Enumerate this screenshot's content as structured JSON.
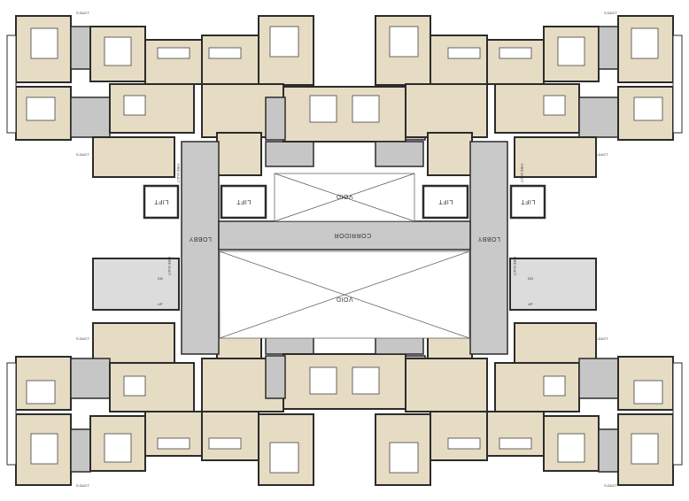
{
  "labels": {
    "lobby": "LOBBY",
    "corridor": "CORRIDOR",
    "void": "VOID",
    "lift": "LIFT",
    "duct": "S.DUCT",
    "fire_duct": "FIRE DUCT",
    "up": "UP",
    "dn": "DN"
  },
  "colors": {
    "room_fill": "#e6dcc3",
    "wet_fill": "#c6c6c6",
    "core_fill": "#c9c9c9",
    "wall": "#2b2b2b",
    "void_line": "#555555",
    "furniture": "#ffffff"
  }
}
